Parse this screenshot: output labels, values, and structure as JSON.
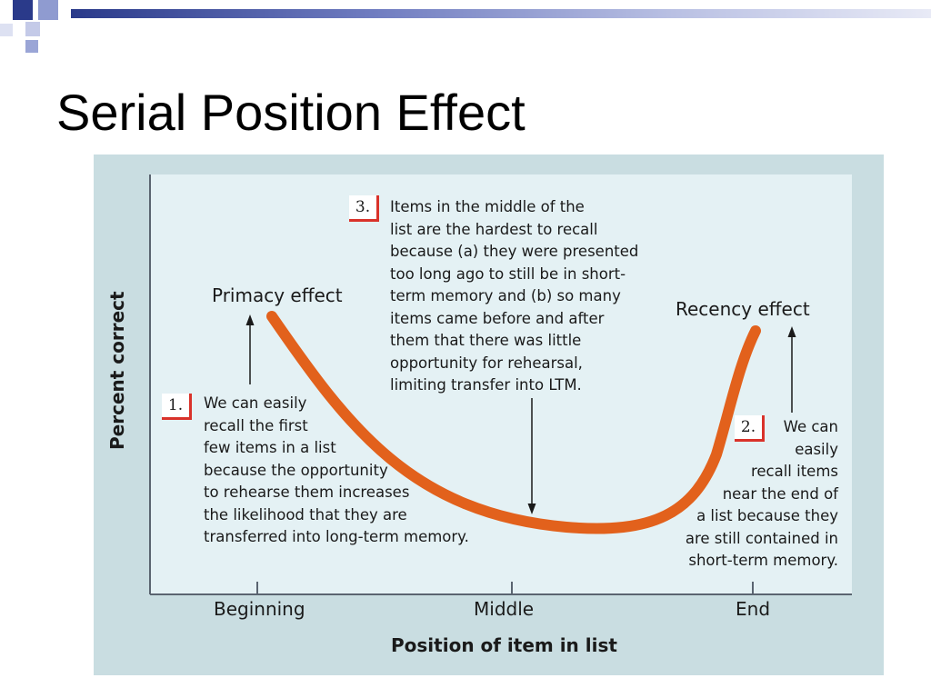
{
  "slide": {
    "title": "Serial Position Effect"
  },
  "figure": {
    "colors": {
      "curve": "#e2611c",
      "panel": "#e4f1f4",
      "frame": "#c9dde1",
      "axis": "#5a6470",
      "badge_border": "#d9322a"
    },
    "y_axis_title": "Percent correct",
    "x_axis_title": "Position of item in list",
    "x_ticks": [
      "Beginning",
      "Middle",
      "End"
    ],
    "primacy_label": "Primacy effect",
    "recency_label": "Recency effect",
    "notes": [
      {
        "number": "1.",
        "lines": [
          "We can easily",
          "recall the first",
          "few items in a list",
          "because the opportunity",
          "to rehearse them increases",
          "the likelihood that they are",
          "transferred into long-term memory."
        ]
      },
      {
        "number": "2.",
        "lines": [
          "We can",
          "easily",
          "recall items",
          "near the end of",
          "a list because they",
          "are still contained in",
          "short-term memory."
        ]
      },
      {
        "number": "3.",
        "lines": [
          "Items in the middle of the",
          "list are the hardest to recall",
          "because (a) they were presented",
          "too long ago to still be in short-",
          "term memory and (b) so many",
          "items came before and after",
          "them that there was little",
          "opportunity for rehearsal,",
          "limiting transfer into LTM."
        ]
      }
    ]
  }
}
